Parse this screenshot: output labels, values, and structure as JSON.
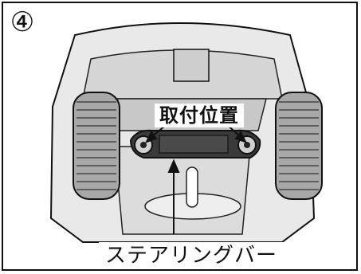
{
  "step_number": "④",
  "callout_label": "取付位置",
  "caption_label": "ステアリングバー",
  "colors": {
    "line": "#111111",
    "body_gray": "#bdbdbd",
    "tire_gray": "#9a9a9a",
    "bar_dark": "#2a2a2a",
    "background": "#ffffff"
  }
}
